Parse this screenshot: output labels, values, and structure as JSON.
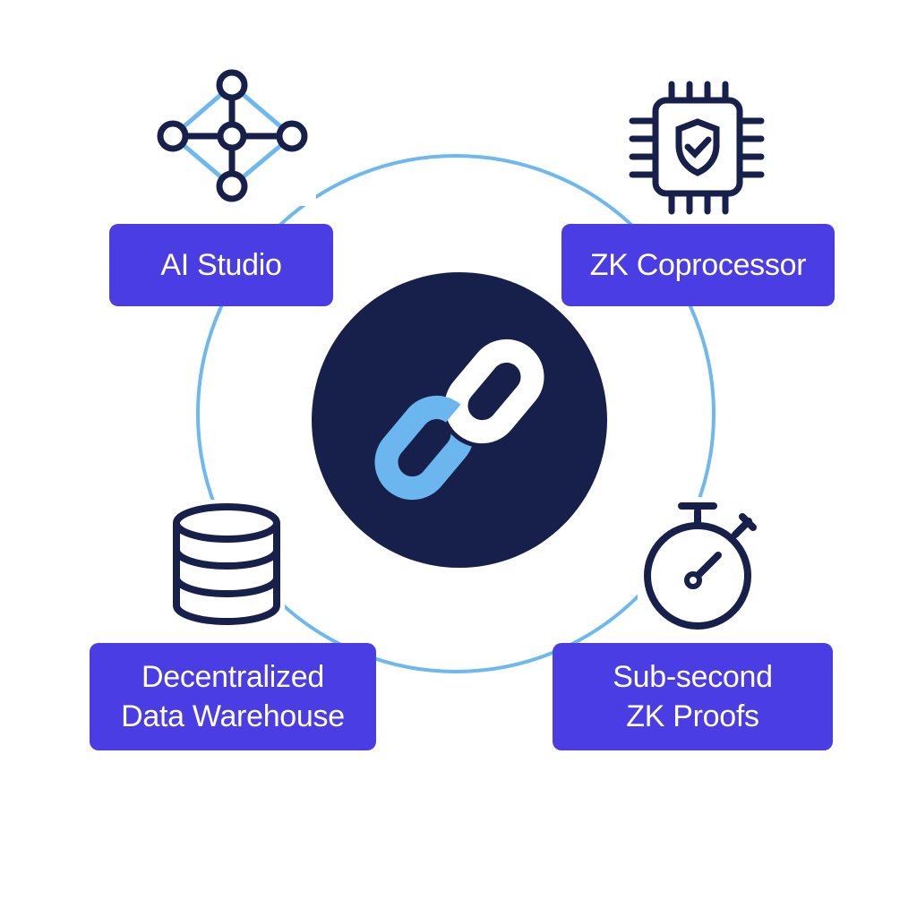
{
  "colors": {
    "navy": "#17204b",
    "label_bg": "#4a3de3",
    "ring": "#6db8ef",
    "link_light": "#6cb6f0",
    "text": "#ffffff"
  },
  "center": {
    "icon": "chain-link-icon"
  },
  "nodes": [
    {
      "icon": "network-graph-icon",
      "label": "AI Studio"
    },
    {
      "icon": "secure-chip-icon",
      "label": "ZK Coprocessor"
    },
    {
      "icon": "database-icon",
      "label": "Decentralized\nData Warehouse"
    },
    {
      "icon": "stopwatch-icon",
      "label": "Sub-second\nZK Proofs"
    }
  ]
}
